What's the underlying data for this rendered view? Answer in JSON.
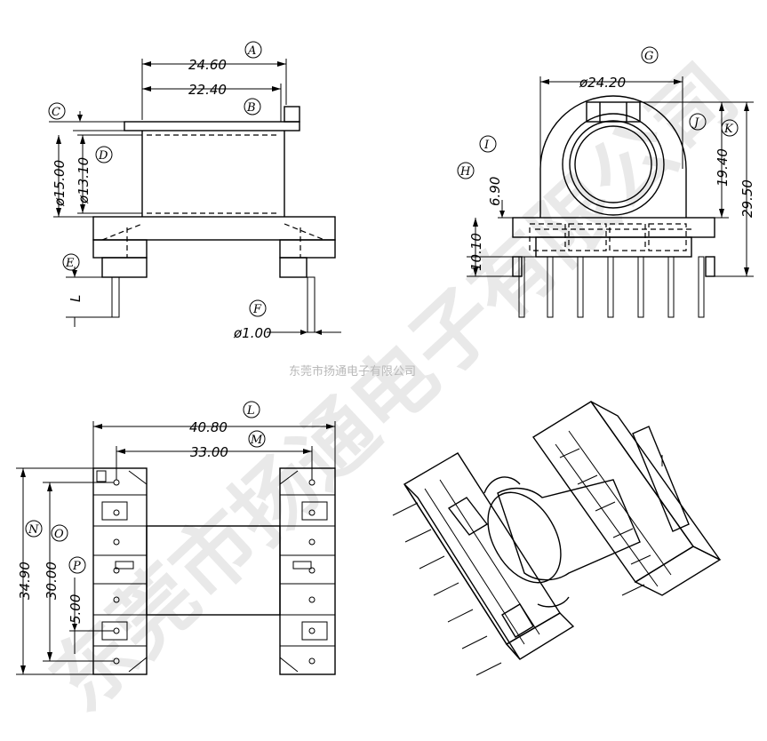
{
  "watermark": {
    "big": "东莞市扬通电子有限公司",
    "small": "东莞市扬通电子有限公司"
  },
  "dims": {
    "A": "24.60",
    "B": "22.40",
    "D": "ø13.10",
    "d15": "ø15.00",
    "F": "ø1.00",
    "G": "ø24.20",
    "I": "6.90",
    "H": "10.10",
    "J": "19.40",
    "K": "29.50",
    "L": "40.80",
    "M": "33.00",
    "N": "34.90",
    "O": "30.00",
    "P": "5.00",
    "Lmark": "L"
  },
  "labels": {
    "A": "A",
    "B": "B",
    "C": "C",
    "D": "D",
    "E": "E",
    "F": "F",
    "G": "G",
    "H": "H",
    "I": "I",
    "J": "J",
    "K": "K",
    "L": "L",
    "M": "M",
    "N": "N",
    "O": "O",
    "P": "P"
  }
}
